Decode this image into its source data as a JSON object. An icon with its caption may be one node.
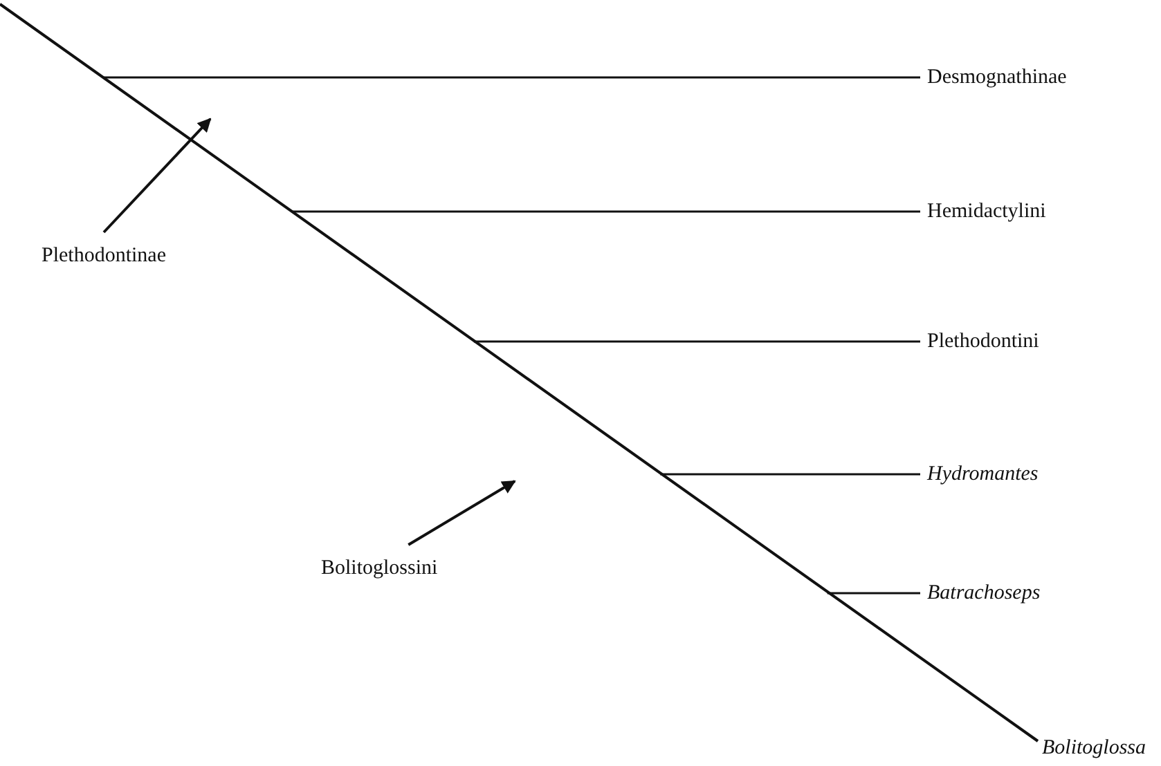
{
  "diagram": {
    "nodes": [
      {
        "text": [
          "Desmognathinae"
        ]
      },
      {
        "text": [
          "Hemidactylini"
        ]
      },
      {
        "text": [
          "Plethodontini"
        ]
      },
      {
        "text": [
          "Hydromantes"
        ]
      },
      {
        "text": [
          "Batrachoseps"
        ]
      },
      {
        "text": [
          "Bolitoglossa"
        ]
      },
      {
        "text": [
          "Plethodontinae"
        ]
      },
      {
        "text": [
          "Bolitoglossini"
        ]
      }
    ],
    "edges": [
      {
        "from": null,
        "to": 0,
        "arrow": "none"
      },
      {
        "from": null,
        "to": 1,
        "arrow": "none"
      },
      {
        "from": null,
        "to": 2,
        "arrow": "none"
      },
      {
        "from": null,
        "to": 3,
        "arrow": "none"
      },
      {
        "from": null,
        "to": 4,
        "arrow": "none"
      },
      {
        "from": null,
        "to": 5,
        "arrow": "none"
      },
      {
        "from": 6,
        "to": null,
        "arrow": "to"
      },
      {
        "from": 7,
        "to": null,
        "arrow": "to"
      }
    ]
  }
}
